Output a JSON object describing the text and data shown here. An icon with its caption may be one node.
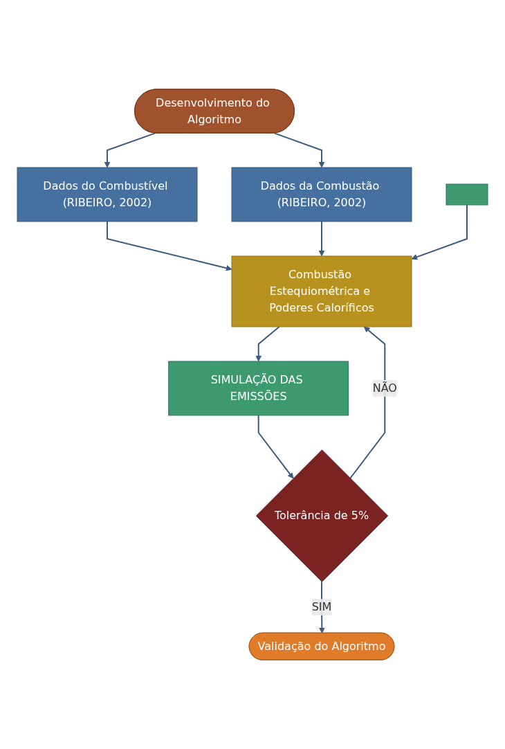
{
  "diagram": {
    "nodes": [
      {
        "text": [
          "Desenvolvimento do Algoritmo"
        ]
      },
      {
        "text": [
          "Dados do Combustível (RIBEIRO, 2002)"
        ]
      },
      {
        "text": [
          "Dados da Combustão (RIBEIRO, 2002)"
        ]
      },
      {
        "text": [
          "Combustão Estequiométrica e Poderes Caloríficos"
        ]
      },
      {
        "text": [],
        "shape": "box"
      },
      {
        "text": [
          "SIMULAÇÃO DAS EMISSÕES"
        ]
      },
      {
        "text": [
          "Tolerância de 5%"
        ]
      },
      {
        "text": [
          "Validação do Algoritmo"
        ]
      }
    ],
    "edges": [
      {
        "from": 0,
        "to": 1,
        "arrow": "to"
      },
      {
        "from": 0,
        "to": 2,
        "arrow": "to"
      },
      {
        "from": 1,
        "to": 3,
        "arrow": "to"
      },
      {
        "from": 2,
        "to": 3,
        "arrow": "to"
      },
      {
        "from": 4,
        "to": 3,
        "arrow": "to"
      },
      {
        "from": 3,
        "to": 5,
        "arrow": "to"
      },
      {
        "from": 5,
        "to": 6,
        "arrow": "to"
      },
      {
        "from": 6,
        "to": 3,
        "arrow": "to",
        "label": "NÃO"
      },
      {
        "from": 6,
        "to": 7,
        "arrow": "to",
        "label": "SIM"
      }
    ]
  }
}
